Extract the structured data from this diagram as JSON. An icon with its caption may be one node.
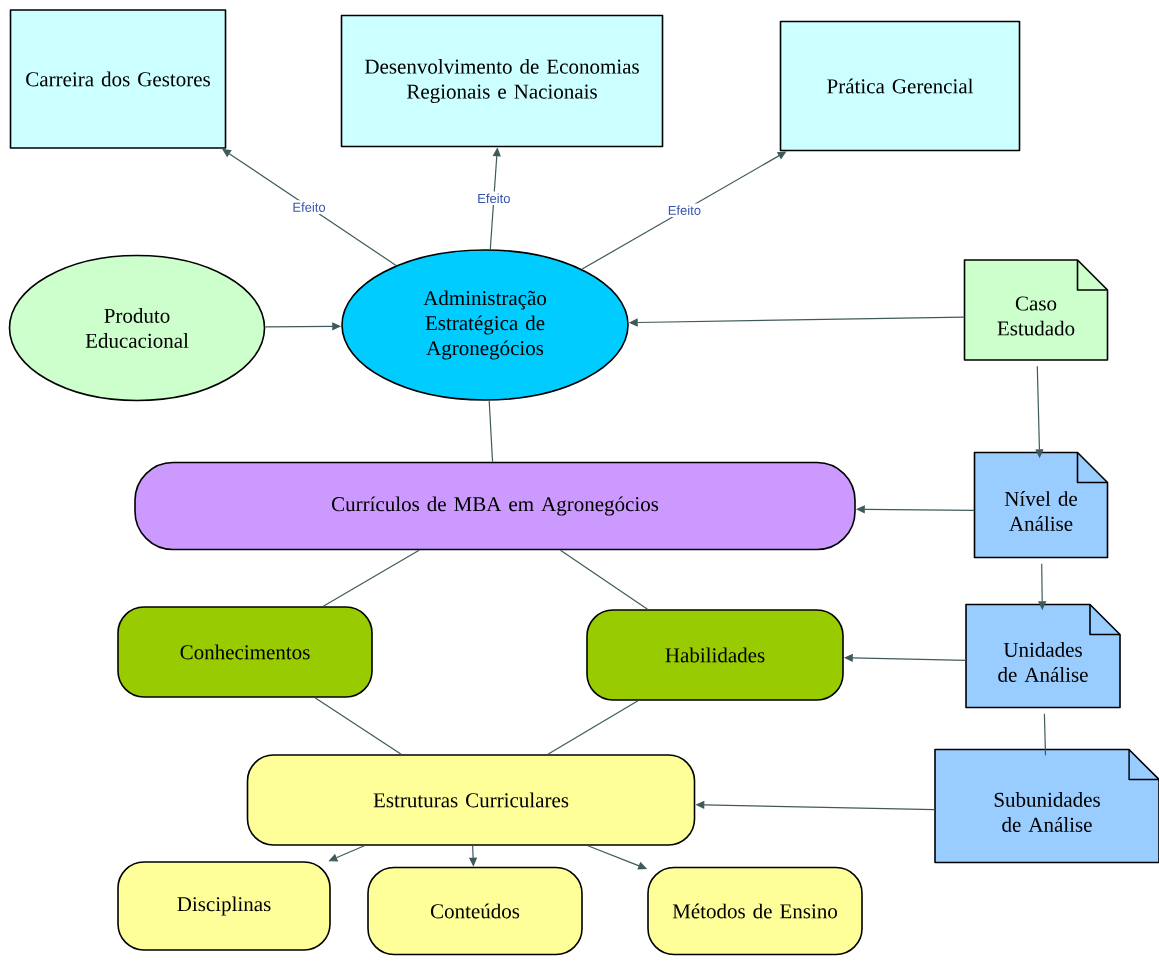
{
  "diagram": {
    "nodes": [
      {
        "text": [
          "Carreira dos Gestores"
        ]
      },
      {
        "text": [
          "Desenvolvimento de Economias Regionais e Nacionais"
        ]
      },
      {
        "text": [
          "Prática Gerencial"
        ]
      },
      {
        "text": [
          "Produto Educacional"
        ]
      },
      {
        "text": [
          "Administração Estratégica de Agronegócios"
        ]
      },
      {
        "text": [
          "Caso Estudado"
        ]
      },
      {
        "text": [
          "Currículos de MBA em Agronegócios"
        ]
      },
      {
        "text": [
          "Nível de Análise"
        ]
      },
      {
        "text": [
          "Conhecimentos"
        ]
      },
      {
        "text": [
          "Habilidades"
        ]
      },
      {
        "text": [
          "Unidades de Análise"
        ]
      },
      {
        "text": [
          "Estruturas Curriculares"
        ]
      },
      {
        "text": [
          "Subunidades de Análise"
        ]
      },
      {
        "text": [
          "Disciplinas"
        ]
      },
      {
        "text": [
          "Conteúdos"
        ]
      },
      {
        "text": [
          "Métodos de Ensino"
        ]
      }
    ],
    "edges": [
      {
        "from": 4,
        "to": 0,
        "arrow": "to",
        "label": "Efeito"
      },
      {
        "from": 4,
        "to": 1,
        "arrow": "to",
        "label": "Efeito"
      },
      {
        "from": 4,
        "to": 2,
        "arrow": "to",
        "label": "Efeito"
      },
      {
        "from": 3,
        "to": 4,
        "arrow": "to"
      },
      {
        "from": 5,
        "to": 4,
        "arrow": "to"
      },
      {
        "from": 4,
        "to": 6,
        "arrow": "none"
      },
      {
        "from": 5,
        "to": 7,
        "arrow": "to"
      },
      {
        "from": 7,
        "to": 6,
        "arrow": "to"
      },
      {
        "from": 6,
        "to": 8,
        "arrow": "none"
      },
      {
        "from": 6,
        "to": 9,
        "arrow": "none"
      },
      {
        "from": 7,
        "to": 10,
        "arrow": "to"
      },
      {
        "from": 10,
        "to": 9,
        "arrow": "to"
      },
      {
        "from": 8,
        "to": 11,
        "arrow": "none"
      },
      {
        "from": 9,
        "to": 11,
        "arrow": "none"
      },
      {
        "from": 10,
        "to": 12,
        "arrow": "none"
      },
      {
        "from": 12,
        "to": 11,
        "arrow": "to"
      },
      {
        "from": 11,
        "to": 13,
        "arrow": "to"
      },
      {
        "from": 11,
        "to": 14,
        "arrow": "to"
      },
      {
        "from": 11,
        "to": 15,
        "arrow": "to"
      }
    ]
  }
}
